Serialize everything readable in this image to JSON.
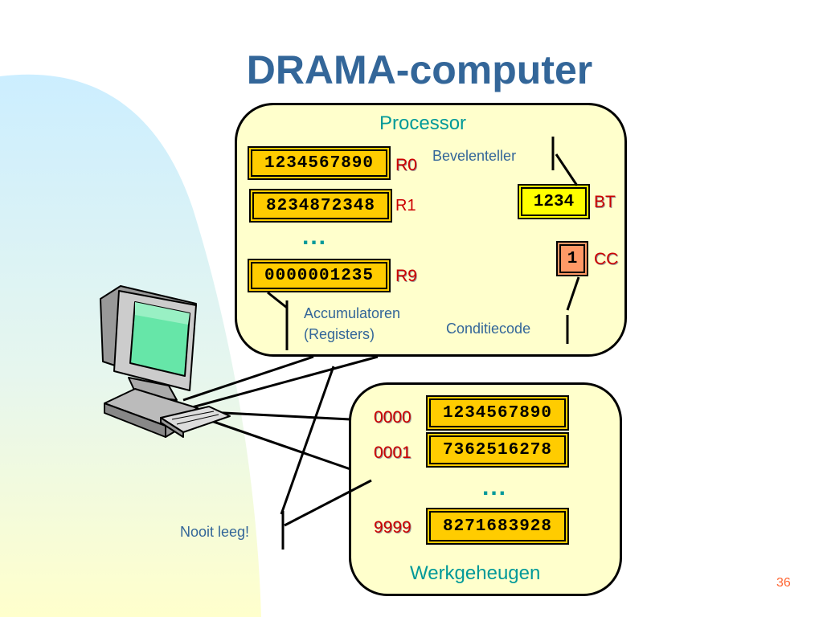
{
  "slide": {
    "title": "DRAMA-computer",
    "page_number": "36"
  },
  "processor": {
    "title": "Processor",
    "registers": [
      {
        "value": "1234567890",
        "name": "R0"
      },
      {
        "value": "8234872348",
        "name": "R1"
      },
      {
        "value": "0000001235",
        "name": "R9"
      }
    ],
    "ellipsis": "...",
    "accumulators_label_line1": "Accumulatoren",
    "accumulators_label_line2": "(Registers)",
    "program_counter": {
      "label": "Bevelenteller",
      "value": "1234",
      "name": "BT"
    },
    "condition_code": {
      "label": "Conditiecode",
      "value": "1",
      "name": "CC"
    }
  },
  "memory": {
    "title": "Werkgeheugen",
    "ellipsis": "...",
    "cells": [
      {
        "address": "0000",
        "value": "1234567890"
      },
      {
        "address": "0001",
        "value": "7362516278"
      },
      {
        "address": "9999",
        "value": "8271683928"
      }
    ]
  },
  "annotation": {
    "never_empty": "Nooit leeg!"
  },
  "colors": {
    "title": "#336699",
    "panel_fill": "#ffffcc",
    "register_fill": "#ffcc00",
    "bt_fill": "#ffff00",
    "cc_fill": "#ff9966",
    "register_name": "#cc0000",
    "panel_title": "#009999"
  }
}
